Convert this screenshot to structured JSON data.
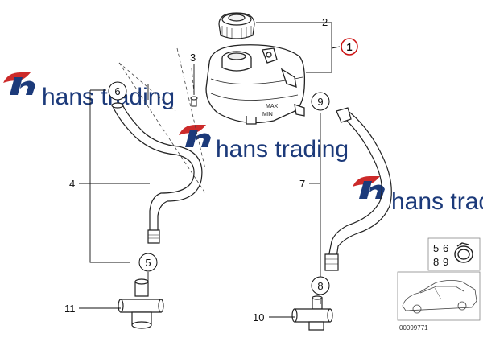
{
  "watermark": {
    "text": "hans trading",
    "text_partial": "hans trad"
  },
  "callouts": {
    "c1": "1",
    "c2": "2",
    "c3": "3",
    "c4": "4",
    "c5": "5",
    "c6": "6",
    "c7": "7",
    "c8": "8",
    "c9": "9",
    "c10": "10",
    "c11": "11"
  },
  "reservoir_marks": {
    "max": "MAX",
    "min": "MIN"
  },
  "legend": {
    "row1": [
      "5",
      "6"
    ],
    "row2": [
      "8",
      "9"
    ]
  },
  "inset_code": "00099771",
  "colors": {
    "highlight": "#cc1111",
    "watermark_blue": "#1c3a7a",
    "watermark_red": "#cc2a2a"
  }
}
